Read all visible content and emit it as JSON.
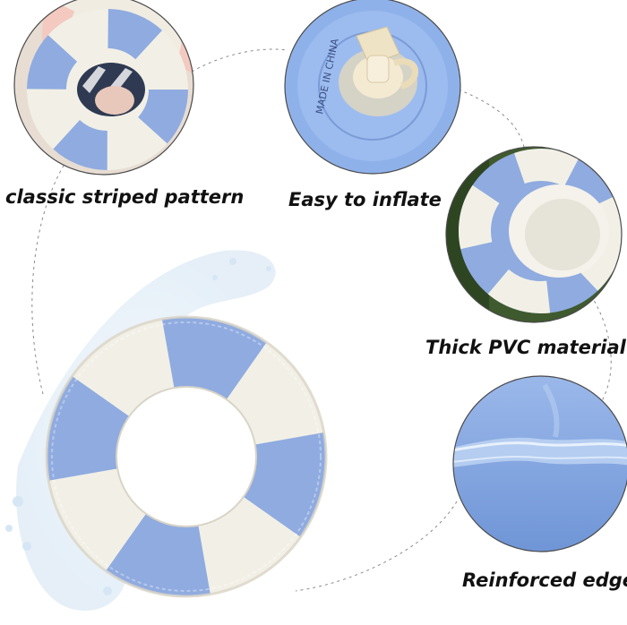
{
  "captions": {
    "striped": "classic striped pattern",
    "inflate": "Easy to inflate",
    "pvc": "Thick PVC material",
    "edge": "Reinforced edge"
  },
  "valve_text": "MADE IN CHINA",
  "colors": {
    "stripe_blue": "#8fabe0",
    "stripe_white": "#f2f0e6",
    "water": "#cfe2f3",
    "close_up_blue": "#7ea2db",
    "text": "#111111",
    "dashed_path": "#888888"
  }
}
